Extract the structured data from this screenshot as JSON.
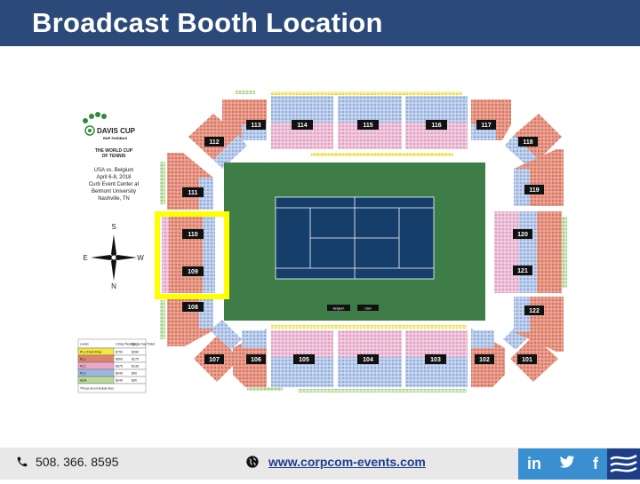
{
  "slide": {
    "title": "Broadcast Booth Location"
  },
  "event": {
    "logo_line1": "DAVIS CUP",
    "logo_line2": "BNP PARIBAS",
    "tagline1": "THE WORLD CUP",
    "tagline2": "OF TENNIS",
    "matchup": "USA vs. Belgium",
    "dates": "April 6-8, 2018",
    "venue1": "Curb Event Center at",
    "venue2": "Belmont University",
    "city": "Nashville, TN"
  },
  "compass": {
    "north": "N",
    "south": "S",
    "east": "E",
    "west": "W"
  },
  "sections": {
    "s101": "101",
    "s102": "102",
    "s103": "103",
    "s104": "104",
    "s105": "105",
    "s106": "106",
    "s107": "107",
    "s108": "108",
    "s109": "109",
    "s110": "110",
    "s111": "111",
    "s112": "112",
    "s113": "113",
    "s114": "114",
    "s115": "115",
    "s116": "116",
    "s117": "117",
    "s118": "118",
    "s119": "119",
    "s120": "120",
    "s121": "121",
    "s122": "122"
  },
  "court": {
    "team_left": "Belgium",
    "team_right": "USA"
  },
  "price_table": {
    "headers": [
      "Levels",
      "3-Day Package",
      "Single Day Ticket"
    ],
    "rows": [
      [
        "PL1-Front Row",
        "$750",
        "$290"
      ],
      [
        "PL1",
        "$500",
        "$175"
      ],
      [
        "PL2",
        "$375",
        "$135"
      ],
      [
        "PL3",
        "$240",
        "$90"
      ],
      [
        "ADA",
        "$240",
        "$90"
      ]
    ],
    "row_colors": [
      "#f5e642",
      "#e0836e",
      "#e7a8c8",
      "#9fb7e0",
      "#b8d99a"
    ],
    "note": "*Prices do not include fees."
  },
  "highlight": {
    "color": "#ffff00"
  },
  "footer": {
    "phone": "508. 366. 8595",
    "website": "www.corpcom-events.com",
    "social": {
      "linkedin": "in",
      "twitter": "🐦",
      "facebook": "f"
    }
  },
  "colors": {
    "title_bar": "#2b4a79",
    "pl1": "#e0836e",
    "pl2": "#e7a8c8",
    "pl3": "#9fb7e0",
    "ada": "#b8d99a",
    "court_green": "#3e7d47",
    "court_blue": "#163e6b"
  }
}
